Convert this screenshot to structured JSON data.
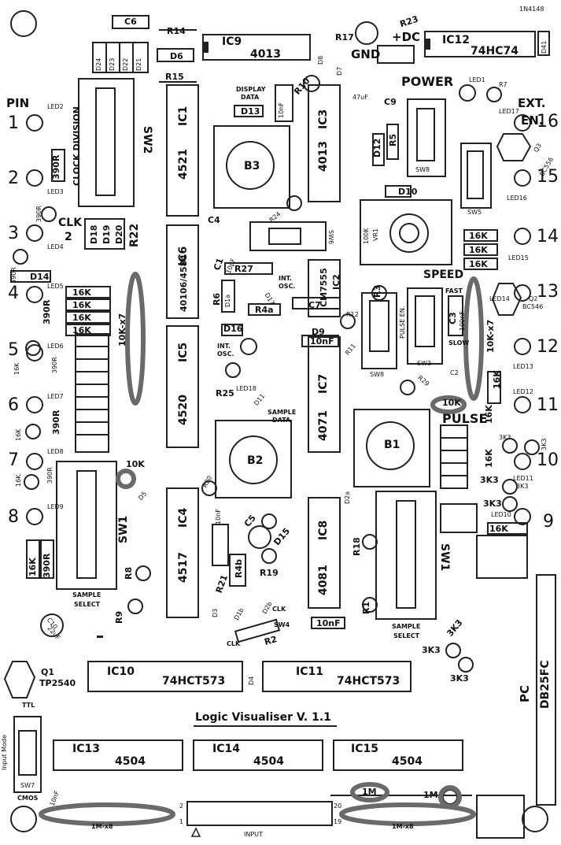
{
  "board": {
    "title": "Logic Visualiser V. 1.1",
    "connector_label": "INPUT",
    "pc_label": "PC",
    "db_label": "DB25FC",
    "pin_heading": "PIN",
    "power": "POWER",
    "ext_en": "EXT.",
    "ext_en2": "EN.",
    "gnd": "GND",
    "dc": "+DC",
    "speed": "SPEED",
    "fast": "FAST",
    "slow": "SLOW",
    "pulse": "PULSE",
    "pulse_en": "PULSE EN.",
    "clock_division": "CLOCK DIVISION",
    "clk": "CLK",
    "clk_div": "2",
    "sample_select_1": "SAMPLE",
    "sample_select_2": "SELECT",
    "display_data_1": "DISPLAY",
    "display_data_2": "DATA",
    "int_osc_1": "INT.",
    "int_osc_2": "OSC.",
    "sample_data_1": "SAMPLE",
    "sample_data_2": "DATA",
    "ttl": "TTL",
    "cmos": "CMOS",
    "input_mode": "Input Mode",
    "diode_1n4148": "1N4148",
    "conn_pin2": "2",
    "conn_pin1": "1",
    "conn_pin20": "20",
    "conn_pin19": "19"
  },
  "pin_numbers_left": [
    "1",
    "2",
    "3",
    "4",
    "5",
    "6",
    "7",
    "8"
  ],
  "pin_numbers_right": [
    "16",
    "15",
    "14",
    "13",
    "12",
    "11",
    "10",
    "9"
  ],
  "ics": {
    "ic1": "IC1",
    "ic1_part": "4521",
    "ic3": "IC3",
    "ic3_part": "4013",
    "ic4": "IC4",
    "ic4_part": "4517",
    "ic5": "IC5",
    "ic5_part": "4520",
    "ic6": "IC6",
    "ic6_part": "40106/4584",
    "ic2": "IC2",
    "ic2_part": "ICM7555",
    "ic7": "IC7",
    "ic7_part": "4071",
    "ic8": "IC8",
    "ic8_part": "4081",
    "ic9": "IC9",
    "ic9_part": "4013",
    "ic10": "IC10",
    "ic10_part": "74HCT573",
    "ic11": "IC11",
    "ic11_part": "74HCT573",
    "ic12": "IC12",
    "ic12_part": "74HC74",
    "ic13": "IC13",
    "ic13_part": "4504",
    "ic14": "IC14",
    "ic14_part": "4504",
    "ic15": "IC15",
    "ic15_part": "4504"
  },
  "switches": {
    "sw1a": "SW1",
    "sw1b": "SW1",
    "sw2": "SW2",
    "sw3": "SW3",
    "sw4": "SW4",
    "sw5": "SW5",
    "sw6": "SW6",
    "sw7": "SW7",
    "sw8a": "SW8",
    "sw8b": "SW8"
  },
  "pots": {
    "b1": "B1",
    "b2": "B2",
    "b3": "B3",
    "vr1": "VR1",
    "vr1_val": "100K"
  },
  "transistors": {
    "q1": "Q1",
    "q1_part": "TP2540",
    "q2": "Q2",
    "q2_part": "BC546",
    "q3": "Q3",
    "q3_part": "BC556"
  },
  "labels": {
    "c6": "C6",
    "r14": "R14",
    "r15": "R15",
    "d6": "D6",
    "r17": "R17",
    "r23": "R23",
    "d8": "D8",
    "d7": "D7",
    "c9": "C9",
    "c9_val": "47uF",
    "d41": "D41",
    "r10": "R10",
    "d13": "D13",
    "c4": "C4",
    "c1": "C1",
    "c1_val": "10pF",
    "r24": "R24",
    "r27": "R27",
    "r6": "R6",
    "d1a": "D1a",
    "d17": "D17",
    "r4a": "R4a",
    "d16": "D16",
    "r25": "R25",
    "d11": "D11",
    "r20": "R20",
    "c5": "C5",
    "d15": "D15",
    "r21": "R21",
    "r4b": "R4b",
    "r19": "R19",
    "d3": "D3",
    "d1b": "D1b",
    "d2b": "D2b",
    "r2": "R2",
    "d4": "D4",
    "d5": "D5",
    "r8": "R8",
    "r9": "R9",
    "c10": "C10",
    "c10_val": "22uF",
    "r18": "R18",
    "r1": "R1",
    "d2a": "D2a",
    "d9": "D9",
    "c7": "C7",
    "r3": "R3",
    "r12": "R12",
    "r11": "R11",
    "c3": "C3",
    "c3_val": "100nF",
    "c2": "C2",
    "r29": "R29",
    "d10": "D10",
    "d12": "D12",
    "r5": "R5",
    "r7": "R7",
    "r22": "R22",
    "d14": "D14",
    "d18": "D18",
    "d19": "D19",
    "d20": "D20",
    "d21": "D21",
    "d22": "D22",
    "d23": "D23",
    "d24": "D24"
  },
  "values": {
    "r390": "390R",
    "k16": "16K",
    "k3k3": "3K3",
    "k10": "10K",
    "nf10": "10nF",
    "k10x7": "10K-x7",
    "m1": "1M",
    "m1x8": "1M-x8"
  },
  "leds_left": [
    "LED2",
    "LED3",
    "LED4",
    "LED5",
    "LED6",
    "LED7",
    "LED8",
    "LED9"
  ],
  "leds_right": [
    "LED17",
    "LED16",
    "LED15",
    "LED14",
    "LED13",
    "LED12",
    "LED11",
    "LED10"
  ],
  "led1": "LED1",
  "led18": "LED18"
}
